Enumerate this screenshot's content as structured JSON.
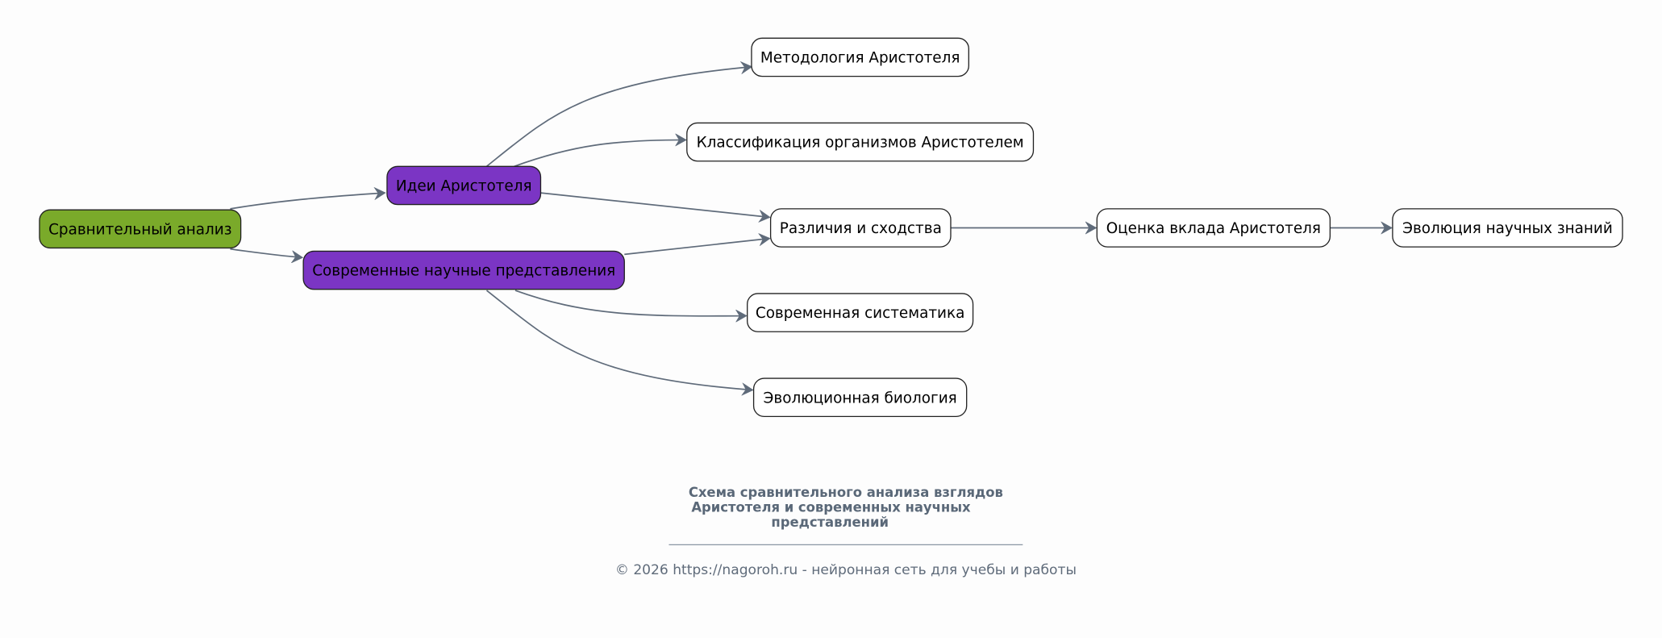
{
  "colors": {
    "root": "#7aaa2a",
    "branch": "#7b35c4",
    "leaf": "#ffffff",
    "edge": "#5f6b7a",
    "text_muted": "#5a6878"
  },
  "nodes": {
    "root": "Сравнительный анализ",
    "aristotle_ideas": "Идеи Аристотеля",
    "modern_views": "Современные научные представления",
    "methodology": "Методология Аристотеля",
    "classification": "Классификация организмов Аристотелем",
    "differences": "Различия и сходства",
    "contribution": "Оценка вклада Аристотеля",
    "evolution_knowledge": "Эволюция научных знаний",
    "systematics": "Современная систематика",
    "evo_biology": "Эволюционная биология"
  },
  "caption": {
    "title_lines": [
      "Схема сравнительного анализа взглядов",
      "Аристотеля и современных научных",
      "представлений"
    ],
    "footer": "© 2026 https://nagoroh.ru - нейронная сеть для учебы и работы"
  }
}
